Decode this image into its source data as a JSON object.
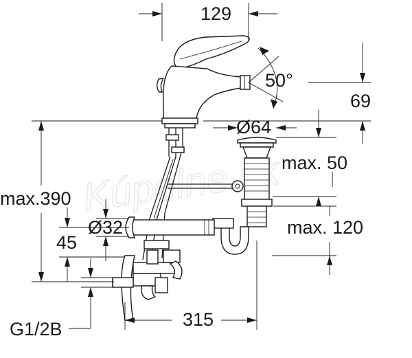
{
  "watermark": "Kúpelne.sk",
  "dimensions": {
    "width_top": "129",
    "angle": "50°",
    "height_spout": "69",
    "diameter_hole": "Ø64",
    "max_50": "max. 50",
    "max_390": "max.390",
    "diameter_pipe": "Ø32",
    "height_45": "45",
    "max_120": "max. 120",
    "thread": "G1/2B",
    "width_bottom": "315"
  },
  "colors": {
    "ink": "#1a1a1a",
    "watermark": "#e4e4e4"
  }
}
